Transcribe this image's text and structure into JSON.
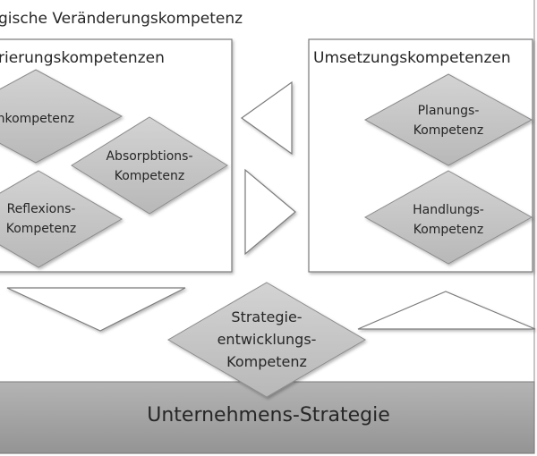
{
  "diagram": {
    "outer_title": "gische Veränderungskompetenz",
    "left_box_title": "rierungskompetenzen",
    "right_box_title": "Umsetzungskompetenzen",
    "left_items": [
      {
        "label": "chkompetenz"
      },
      {
        "label": "Absorpbtions-",
        "label2": "Kompetenz"
      },
      {
        "label": "Reflexions-",
        "label2": "Kompetenz"
      }
    ],
    "right_items": [
      {
        "label": "Planungs-",
        "label2": "Kompetenz"
      },
      {
        "label": "Handlungs-",
        "label2": "Kompetenz"
      }
    ],
    "center_item": {
      "line1": "Strategie-",
      "line2": "entwicklungs-",
      "line3": "Kompetenz"
    },
    "foundation_label": "Unternehmens-Strategie",
    "colors": {
      "diamond_fill": "#c8c8c8",
      "diamond_stroke": "#8c8c8c",
      "bar_fill": "#a6a6a6",
      "frame": "#a0a0a0",
      "text": "#262626"
    }
  }
}
